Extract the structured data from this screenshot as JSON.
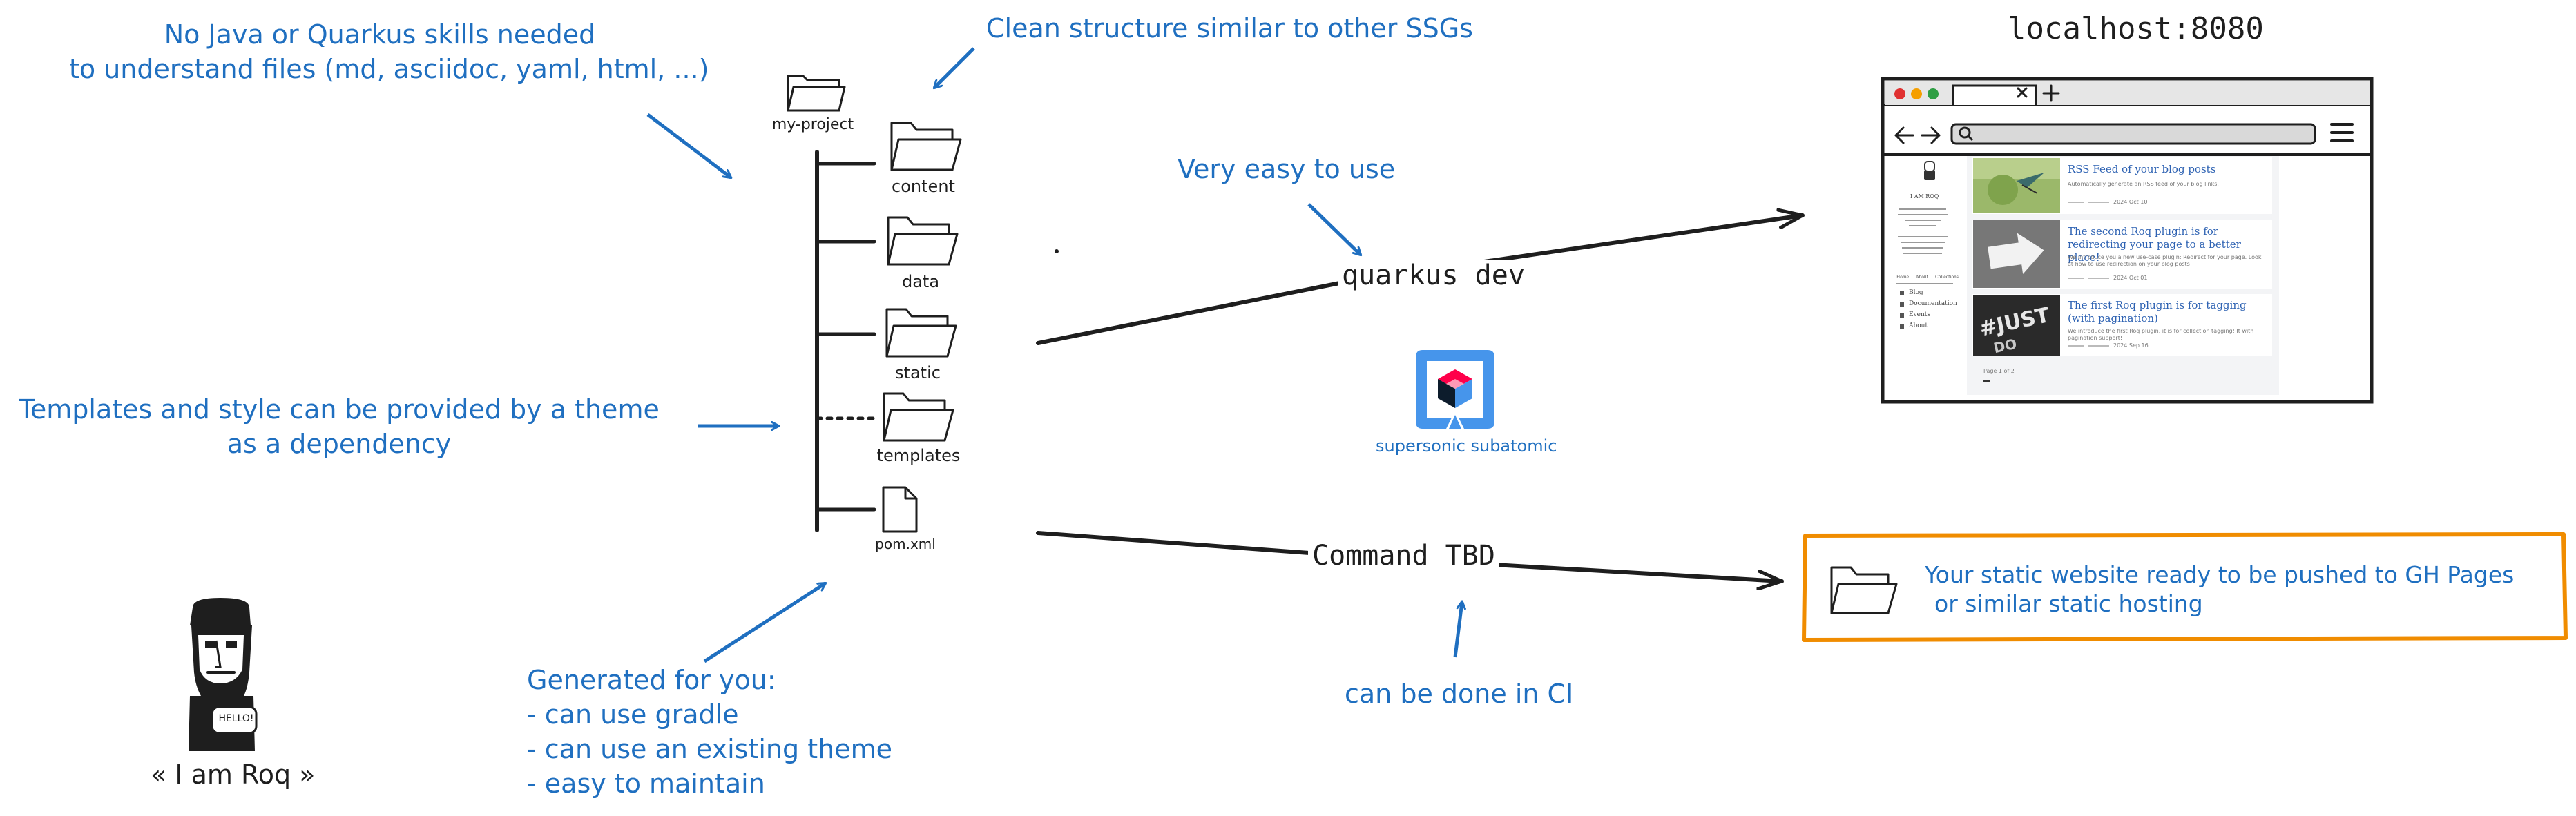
{
  "notes": {
    "no_java_line1": "No Java or Quarkus skills needed",
    "no_java_line2": "to understand files (md, asciidoc, yaml, html, ...)",
    "clean_structure": "Clean structure similar to other SSGs",
    "very_easy": "Very easy to use",
    "templates_line1": "Templates and style can be provided by a theme",
    "templates_line2": "as a dependency",
    "generated_line1": "Generated for you:",
    "generated_line2": "- can use gradle",
    "generated_line3": "- can use an existing theme",
    "generated_line4": "- easy to maintain",
    "can_be_done_ci": "can be done in CI",
    "static_line1": "Your static website ready to be pushed to GH Pages",
    "static_line2": "or similar static hosting"
  },
  "tree": {
    "root": "my-project",
    "items": [
      "content",
      "data",
      "static",
      "templates",
      "pom.xml"
    ]
  },
  "commands": {
    "dev": "quarkus dev",
    "tbd": "Command TBD"
  },
  "browser": {
    "address": "localhost:8080",
    "sidebar": {
      "name": "I AM ROQ",
      "bio_lines": [
        "I provide you with all the tools",
        "to generate static websites out",
        "of your Quarkus web",
        "applications.",
        "I initially for blog myself and",
        "quickstarts on GitHub Pages.",
        "The sources of this example",
        "website are on GitHub"
      ],
      "tabs": [
        "Home",
        "About",
        "Collections"
      ],
      "links": [
        "Blog",
        "Documentation",
        "Events",
        "About"
      ]
    },
    "posts": [
      {
        "title": "RSS Feed of your blog posts",
        "desc": "Automatically generate an RSS feed of your blog links.",
        "date": "2024 Oct 10"
      },
      {
        "title": "The second Roq plugin is for redirecting your page to a better place!",
        "desc": "We introduce you a new use-case plugin: Redirect for your page. Look at how to use redirection on your blog posts!",
        "date": "2024 Oct 01"
      },
      {
        "title": "The first Roq plugin is for tagging (with pagination)",
        "desc": "We introduce the first Roq plugin, it is for collection tagging! It with pagination support!",
        "date": "2024 Sep 16"
      }
    ],
    "pager": "Page 1 of 2"
  },
  "quarkus": {
    "tagline": "supersonic subatomic"
  },
  "roq": {
    "caption": "« I am Roq »",
    "sign": "HELLO!"
  },
  "colors": {
    "note_blue": "#1f6fc0",
    "ink": "#1e1e1e",
    "orange_box": "#f08c00",
    "quarkus_blue": "#4695eb",
    "quarkus_red": "#ff004a",
    "quarkus_dark": "#0d1c2c"
  },
  "icons": [
    "folder-icon",
    "file-icon",
    "arrow-icon",
    "quarkus-logo-icon",
    "moai-mascot-icon",
    "hamburger-menu-icon",
    "search-icon"
  ]
}
